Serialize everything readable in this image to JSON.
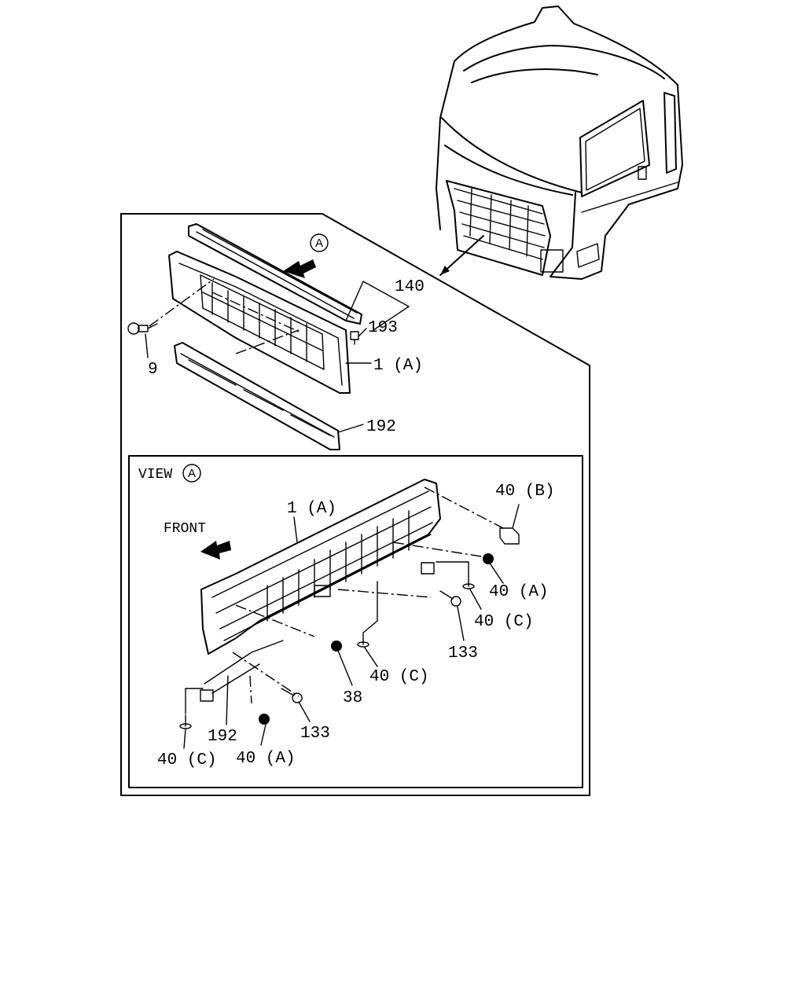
{
  "callouts": {
    "view_marker_top": "A",
    "p140": "140",
    "p193": "193",
    "p9": "9",
    "p1a_top": "1 (A)",
    "p192_top": "192"
  },
  "view": {
    "title": "VIEW",
    "marker": "A",
    "front": "FRONT",
    "p1a": "1 (A)",
    "p40b": "40 (B)",
    "p40a_right": "40 (A)",
    "p40c_right": "40 (C)",
    "p133_right": "133",
    "p40c_mid": "40 (C)",
    "p38": "38",
    "p133_left": "133",
    "p192": "192",
    "p40c_left": "40 (C)",
    "p40a_left": "40 (A)"
  }
}
